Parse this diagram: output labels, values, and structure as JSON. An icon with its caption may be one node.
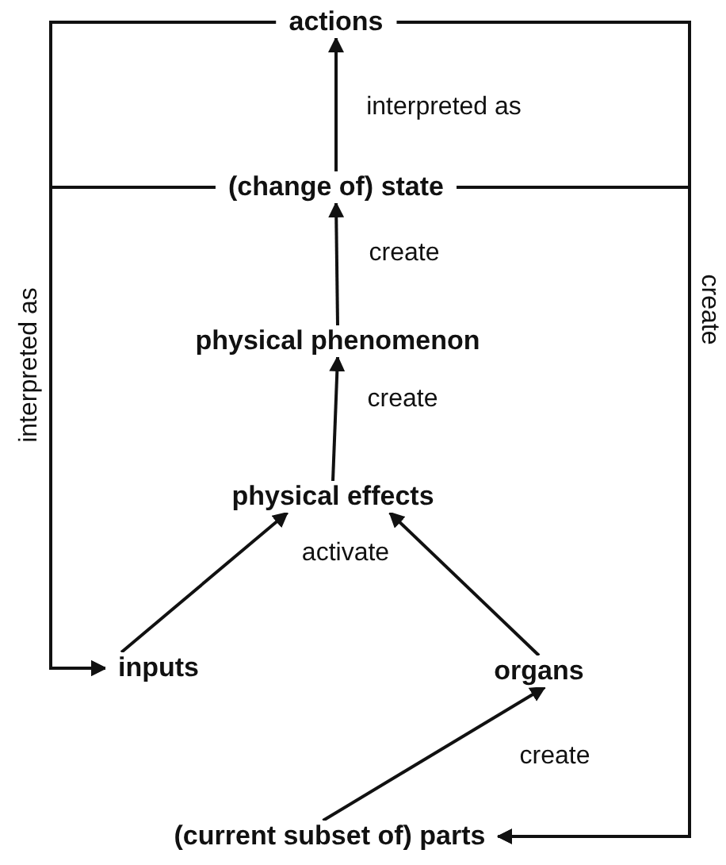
{
  "diagram": {
    "nodes": [
      {
        "text": [
          "actions"
        ]
      },
      {
        "text": [
          "(change of) state"
        ]
      },
      {
        "text": [
          "physical phenomenon"
        ]
      },
      {
        "text": [
          "physical effects"
        ]
      },
      {
        "text": [
          "inputs"
        ]
      },
      {
        "text": [
          "organs"
        ]
      },
      {
        "text": [
          "(current subset of) parts"
        ]
      }
    ],
    "edges": [
      {
        "from": 1,
        "to": 0,
        "arrow": "to",
        "label": "interpreted as"
      },
      {
        "from": 2,
        "to": 1,
        "arrow": "to",
        "label": "create"
      },
      {
        "from": 3,
        "to": 2,
        "arrow": "to",
        "label": "create"
      },
      {
        "from": 4,
        "to": 3,
        "arrow": "to"
      },
      {
        "from": 5,
        "to": 3,
        "arrow": "to"
      },
      {
        "from": 6,
        "to": 5,
        "arrow": "to",
        "label": "create"
      },
      {
        "from": 0,
        "to": 4,
        "arrow": "to",
        "label": "interpreted as"
      },
      {
        "from": 1,
        "to": 4,
        "arrow": "to"
      },
      {
        "from": 0,
        "to": 6,
        "arrow": "to",
        "label": "create"
      },
      {
        "from": 1,
        "to": 6,
        "arrow": "to"
      }
    ],
    "labels": [
      "activate"
    ]
  }
}
